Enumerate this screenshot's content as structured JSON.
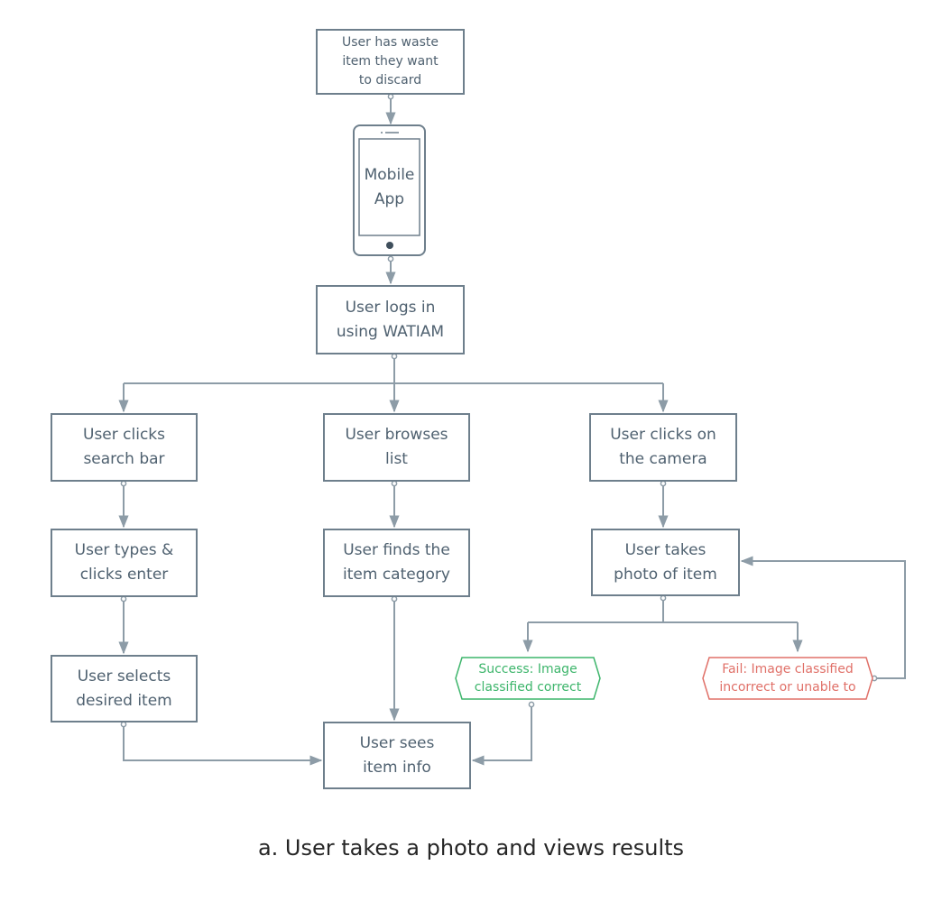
{
  "nodes": {
    "start": "User has waste\nitem they want\nto discard",
    "mobile_app": "Mobile\nApp",
    "login": "User logs in\nusing WATIAM",
    "search": "User clicks\nsearch bar",
    "browse": "User browses\nlist",
    "camera": "User clicks on\nthe camera",
    "types": "User types &\nclicks enter",
    "finds_category": "User finds the\nitem category",
    "takes_photo": "User takes\nphoto of item",
    "selects_item": "User selects\ndesired item",
    "success": "Success: Image\nclassified correct",
    "fail": "Fail: Image classified\nincorrect or unable to",
    "sees_info": "User sees\nitem info"
  },
  "colors": {
    "line": "#8d9ca7",
    "box_border": "#6e7f8c",
    "text": "#4f6170",
    "success": "#3db56b",
    "fail": "#e07068"
  },
  "caption": "a. User takes a photo and views results"
}
